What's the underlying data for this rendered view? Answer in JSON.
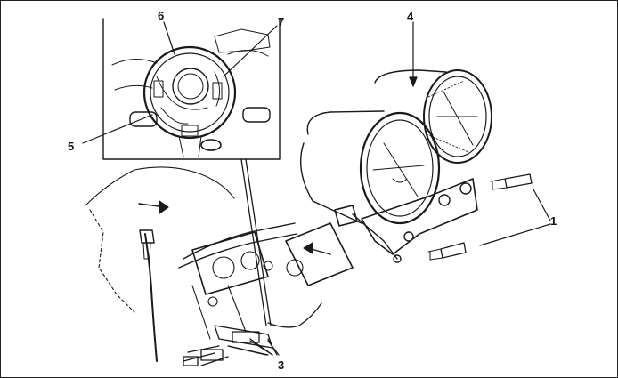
{
  "callouts": {
    "c1": "1",
    "c3": "3",
    "c4": "4",
    "c5": "5",
    "c6": "6",
    "c7": "7"
  },
  "colors": {
    "ink": "#1a1a1a",
    "paper": "#ffffff"
  }
}
